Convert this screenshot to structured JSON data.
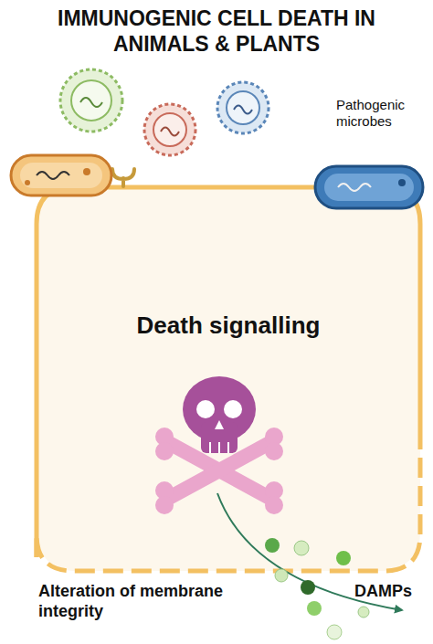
{
  "diagram": {
    "title": "IMMUNOGENIC CELL DEATH IN ANIMALS & PLANTS",
    "nodes": [
      {
        "text": [
          "Death signalling"
        ]
      }
    ],
    "labels": [
      "Pathogenic microbes",
      "Alteration of membrane integrity",
      "DAMPs"
    ]
  }
}
